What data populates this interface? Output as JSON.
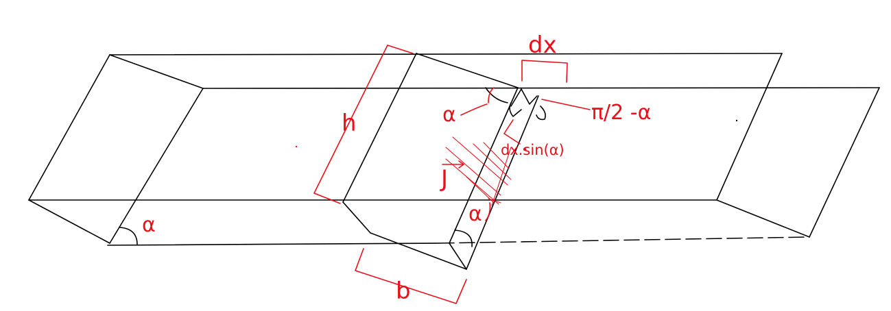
{
  "labels": {
    "dx": "dx",
    "h": "h",
    "alpha_top": "α",
    "pi_half_minus_alpha": "π/2 -α",
    "dx_sin_alpha": "dx.sin(α)",
    "j_vector": "J",
    "alpha_bottom_mid": "α",
    "alpha_left": "α",
    "b": "b"
  },
  "colors": {
    "ink": "#000000",
    "annotation": "#e8101a",
    "background": "#ffffff"
  }
}
